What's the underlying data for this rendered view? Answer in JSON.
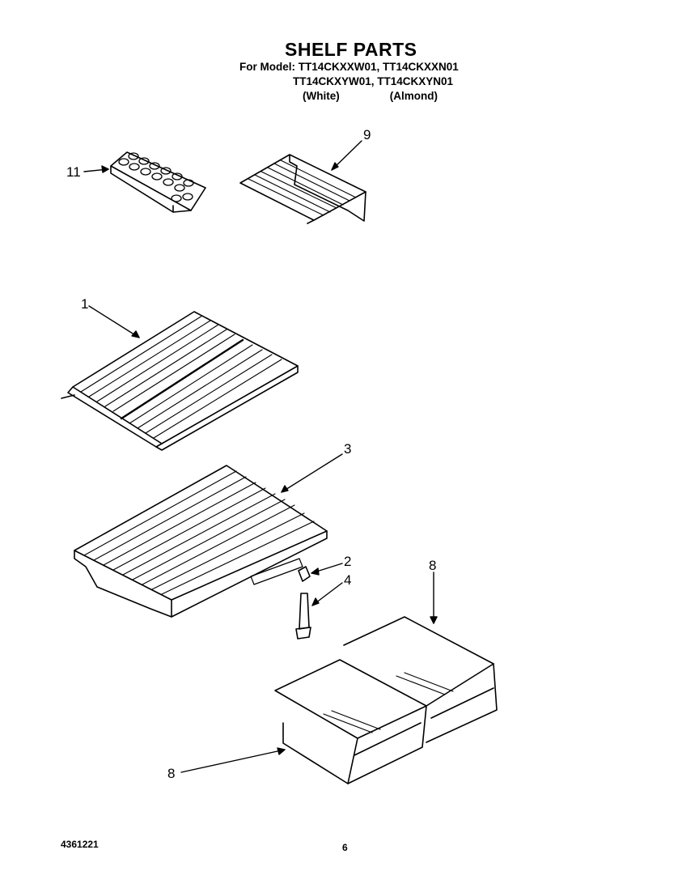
{
  "header": {
    "title": "SHELF PARTS",
    "model_line_1": "For Model: TT14CKXXW01, TT14CKXXN01",
    "model_line_2": "TT14CKXYW01, TT14CKXYN01",
    "finish_white": "(White)",
    "finish_almond": "(Almond)"
  },
  "callouts": {
    "c11": "11",
    "c9": "9",
    "c1": "1",
    "c3": "3",
    "c2": "2",
    "c4": "4",
    "c8_top": "8",
    "c8_bottom": "8"
  },
  "footer": {
    "doc_number": "4361221",
    "page_number": "6"
  }
}
